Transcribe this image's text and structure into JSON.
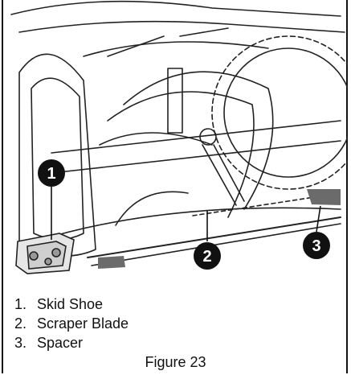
{
  "callouts": [
    {
      "number": "1"
    },
    {
      "number": "2"
    },
    {
      "number": "3"
    }
  ],
  "legend": [
    {
      "number": "1.",
      "label": "Skid Shoe"
    },
    {
      "number": "2.",
      "label": "Scraper Blade"
    },
    {
      "number": "3.",
      "label": "Spacer"
    }
  ],
  "caption": "Figure 23"
}
